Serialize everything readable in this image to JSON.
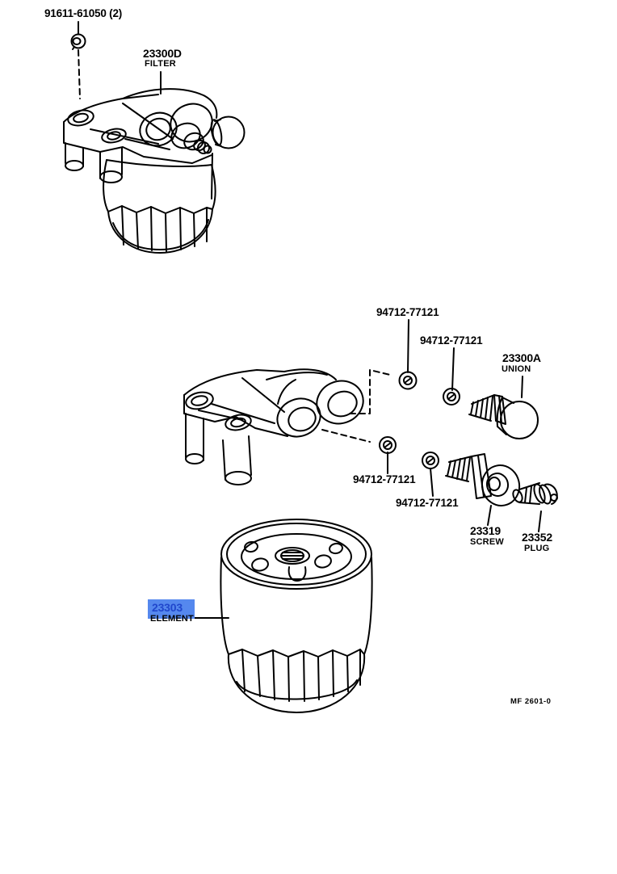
{
  "page": {
    "footer_code": "MF 2601-0"
  },
  "colors": {
    "line": "#000000",
    "highlight_bg": "#5588ee",
    "highlight_text": "#2047cc"
  },
  "parts": {
    "bolt": {
      "number": "91611-61050 (2)"
    },
    "filter": {
      "number": "23300D",
      "name": "FILTER"
    },
    "gasket1": {
      "number": "94712-77121"
    },
    "gasket2": {
      "number": "94712-77121"
    },
    "union": {
      "number": "23300A",
      "name": "UNION"
    },
    "gasket3": {
      "number": "94712-77121"
    },
    "gasket4": {
      "number": "94712-77121"
    },
    "screw": {
      "number": "23319",
      "name": "SCREW"
    },
    "plug": {
      "number": "23352",
      "name": "PLUG"
    },
    "element": {
      "number": "23303",
      "name": "ELEMENT",
      "highlighted": true
    }
  }
}
